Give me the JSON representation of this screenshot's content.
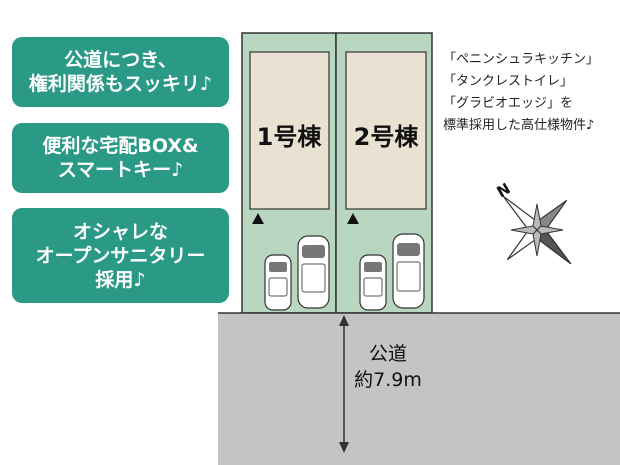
{
  "colors": {
    "badge": "#2a9a86",
    "lot": "#b8d6c0",
    "house": "#e9e2d2",
    "road": "#c4c4c4"
  },
  "badges": [
    {
      "lines": [
        "公道につき、",
        "権利関係もスッキリ♪"
      ]
    },
    {
      "lines": [
        "便利な宅配BOX&",
        "スマートキー♪"
      ]
    },
    {
      "lines": [
        "オシャレな",
        "オープンサニタリー",
        "採用♪"
      ]
    }
  ],
  "plan": {
    "lot1": {
      "label": "1号棟"
    },
    "lot2": {
      "label": "2号棟"
    },
    "road": {
      "line1": "公道",
      "line2": "約7.9m"
    }
  },
  "note": {
    "lines": [
      "「ペニンシュラキッチン」",
      "「タンクレストイレ」",
      "「グラビオエッジ」を",
      "標準採用した高仕様物件♪"
    ]
  },
  "compass": {
    "label": "N"
  }
}
